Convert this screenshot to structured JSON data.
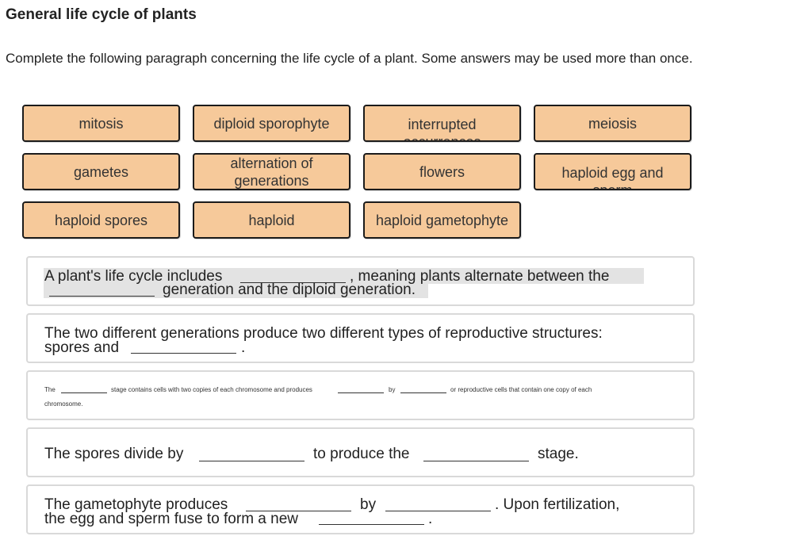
{
  "page": {
    "title": "General life cycle of plants",
    "instructions": "Complete the following paragraph concerning the life cycle of a plant. Some answers may be used more than once."
  },
  "word_bank": [
    "mitosis",
    "diploid sporophyte",
    "interrupted occurrences",
    "meiosis",
    "gametes",
    "alternation of generations",
    "flowers",
    "haploid egg and sperm",
    "haploid spores",
    "haploid",
    "haploid gametophyte"
  ],
  "sentences": {
    "s1": {
      "a": "A plant's life cycle includes",
      "b": ", meaning plants alternate between the",
      "c": "generation and the diploid generation."
    },
    "s2": {
      "a": "The two different generations produce two different types of reproductive structures:",
      "b": "spores and",
      "c": "."
    },
    "s3": {
      "a": "The",
      "b": "stage contains cells with two copies of each chromosome and produces",
      "c": "by",
      "d": "or reproductive cells that contain one copy of each",
      "e": "chromosome."
    },
    "s4": {
      "a": "The spores divide by",
      "b": "to produce the",
      "c": "stage."
    },
    "s5": {
      "a": "The gametophyte produces",
      "b": "by",
      "c": ". Upon fertilization,",
      "d": "the egg and sperm fuse to form a new",
      "e": "."
    }
  },
  "colors": {
    "chip_fill": "#f6c99a",
    "chip_border": "#1b1b1b",
    "box_border": "#d9d9d9",
    "highlight": "#e3e3e3"
  }
}
